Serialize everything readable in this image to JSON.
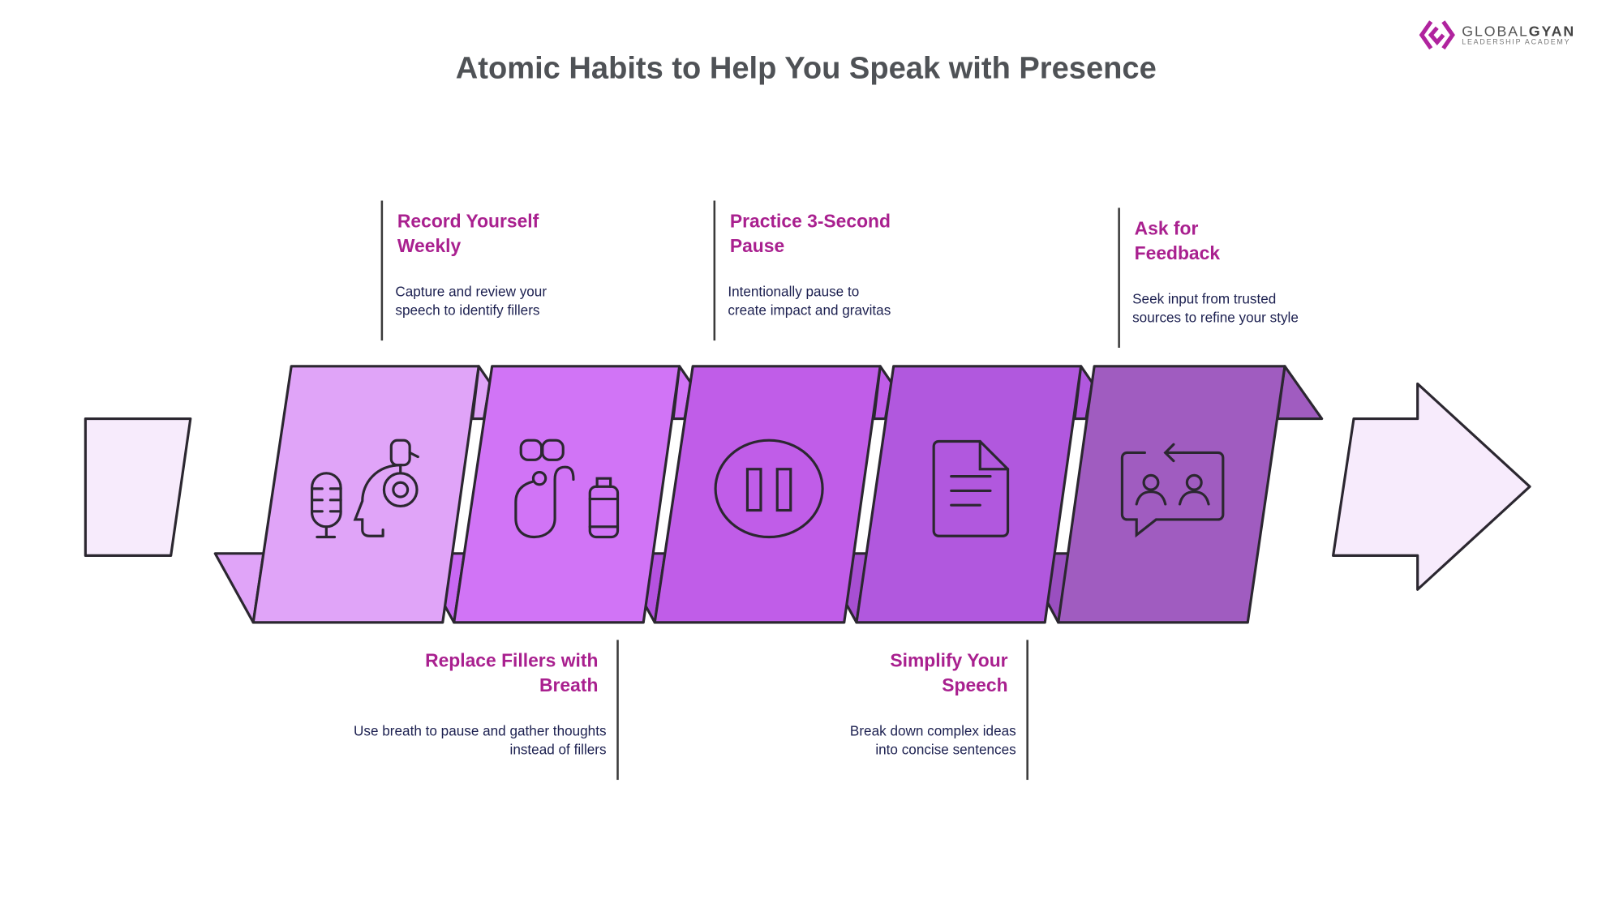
{
  "title": "Atomic Habits to Help You Speak with Presence",
  "logo": {
    "brand_light": "GLOBAL",
    "brand_bold": "GYAN",
    "subtitle": "LEADERSHIP ACADEMY",
    "color": "#b0239e"
  },
  "steps": [
    {
      "heading": "Record Yourself Weekly",
      "heading_l1": "Record Yourself",
      "heading_l2": "Weekly",
      "desc_l1": "Capture and review your",
      "desc_l2": "speech to identify fillers",
      "icon": "microphone-headphones-icon",
      "color": "#e0a4f8"
    },
    {
      "heading_l1": "Replace Fillers with",
      "heading_l2": "Breath",
      "desc_l1": "Use breath to pause and gather thoughts",
      "desc_l2": "instead of fillers",
      "icon": "lungs-oxygen-tank-icon",
      "color": "#d174f6"
    },
    {
      "heading_l1": "Practice 3-Second",
      "heading_l2": "Pause",
      "desc_l1": "Intentionally pause to",
      "desc_l2": "create impact and gravitas",
      "icon": "pause-icon",
      "color": "#c05de8"
    },
    {
      "heading_l1": "Simplify Your",
      "heading_l2": "Speech",
      "desc_l1": "Break down complex ideas",
      "desc_l2": "into concise sentences",
      "icon": "document-icon",
      "color": "#b158de"
    },
    {
      "heading_l1": "Ask for",
      "heading_l2": "Feedback",
      "desc_l1": "Seek input from trusted",
      "desc_l2": "sources to refine your style",
      "icon": "feedback-chat-icon",
      "color": "#a05cc0"
    }
  ]
}
